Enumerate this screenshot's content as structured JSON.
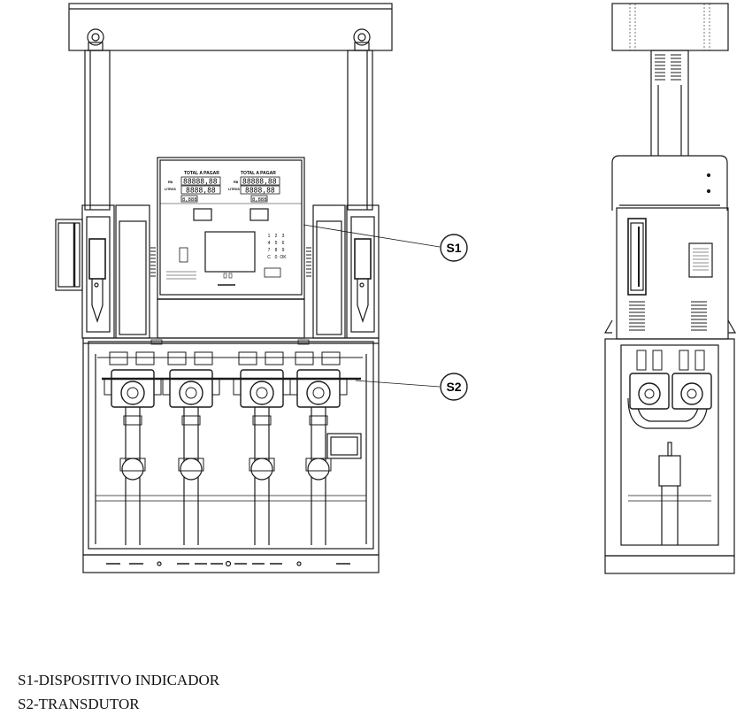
{
  "callouts": [
    {
      "id": "S1",
      "label": "S1"
    },
    {
      "id": "S2",
      "label": "S2"
    }
  ],
  "display_panels": [
    {
      "header": "TOTAL A PAGAR",
      "currency": "R$",
      "unit": "LITROS",
      "total_digits": "88888,88",
      "volume_digits": "8888,88",
      "price_digits": "8,888"
    },
    {
      "header": "TOTAL A PAGAR",
      "currency": "R$",
      "unit": "LITROS",
      "total_digits": "88888,88",
      "volume_digits": "8888,88",
      "price_digits": "8,888"
    }
  ],
  "keypad_keys": [
    "1",
    "2",
    "3",
    "4",
    "5",
    "6",
    "7",
    "8",
    "9",
    "C",
    "0",
    "OK"
  ],
  "legend": [
    {
      "code": "S1",
      "text": "S1-DISPOSITIVO INDICADOR"
    },
    {
      "code": "S2",
      "text": "S2-TRANSDUTOR"
    }
  ],
  "colors": {
    "line": "#1a1a1a",
    "fill": "#ffffff",
    "dark": "#222222"
  }
}
